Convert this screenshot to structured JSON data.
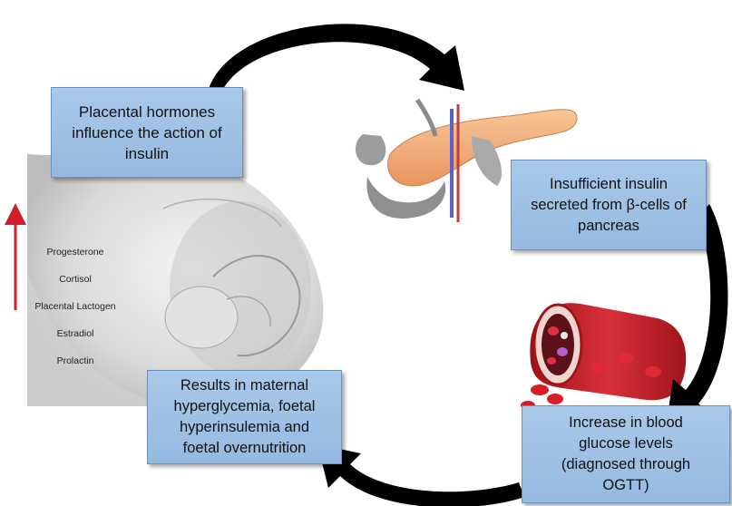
{
  "boxes": {
    "placental_hormones": "Placental hormones\ninfluence the action of\ninsulin",
    "insufficient_insulin": "Insufficient insulin\nsecreted from β-cells of\npancreas",
    "blood_glucose": "Increase in blood\nglucose levels\n(diagnosed through\nOGTT)",
    "maternal_hyperglycemia": "Results in maternal\nhyperglycemia, foetal\nhyperinsulemia and\nfoetal overnutrition"
  },
  "hormones": [
    "Progesterone",
    "Cortisol",
    "Placental Lactogen",
    "Estradiol",
    "Prolactin"
  ],
  "hormone_arrow": "up",
  "colors": {
    "box_fill": "#9fc2e6",
    "box_border": "#6d8fb8",
    "cycle_arrow": "#000000",
    "hormone_arrow": "#d0202a",
    "pancreas": "#f2b27a",
    "blood_vessel": "#c8242a"
  },
  "illustrations": [
    "pregnant-silhouette",
    "pancreas",
    "blood-vessel-cross-section"
  ]
}
